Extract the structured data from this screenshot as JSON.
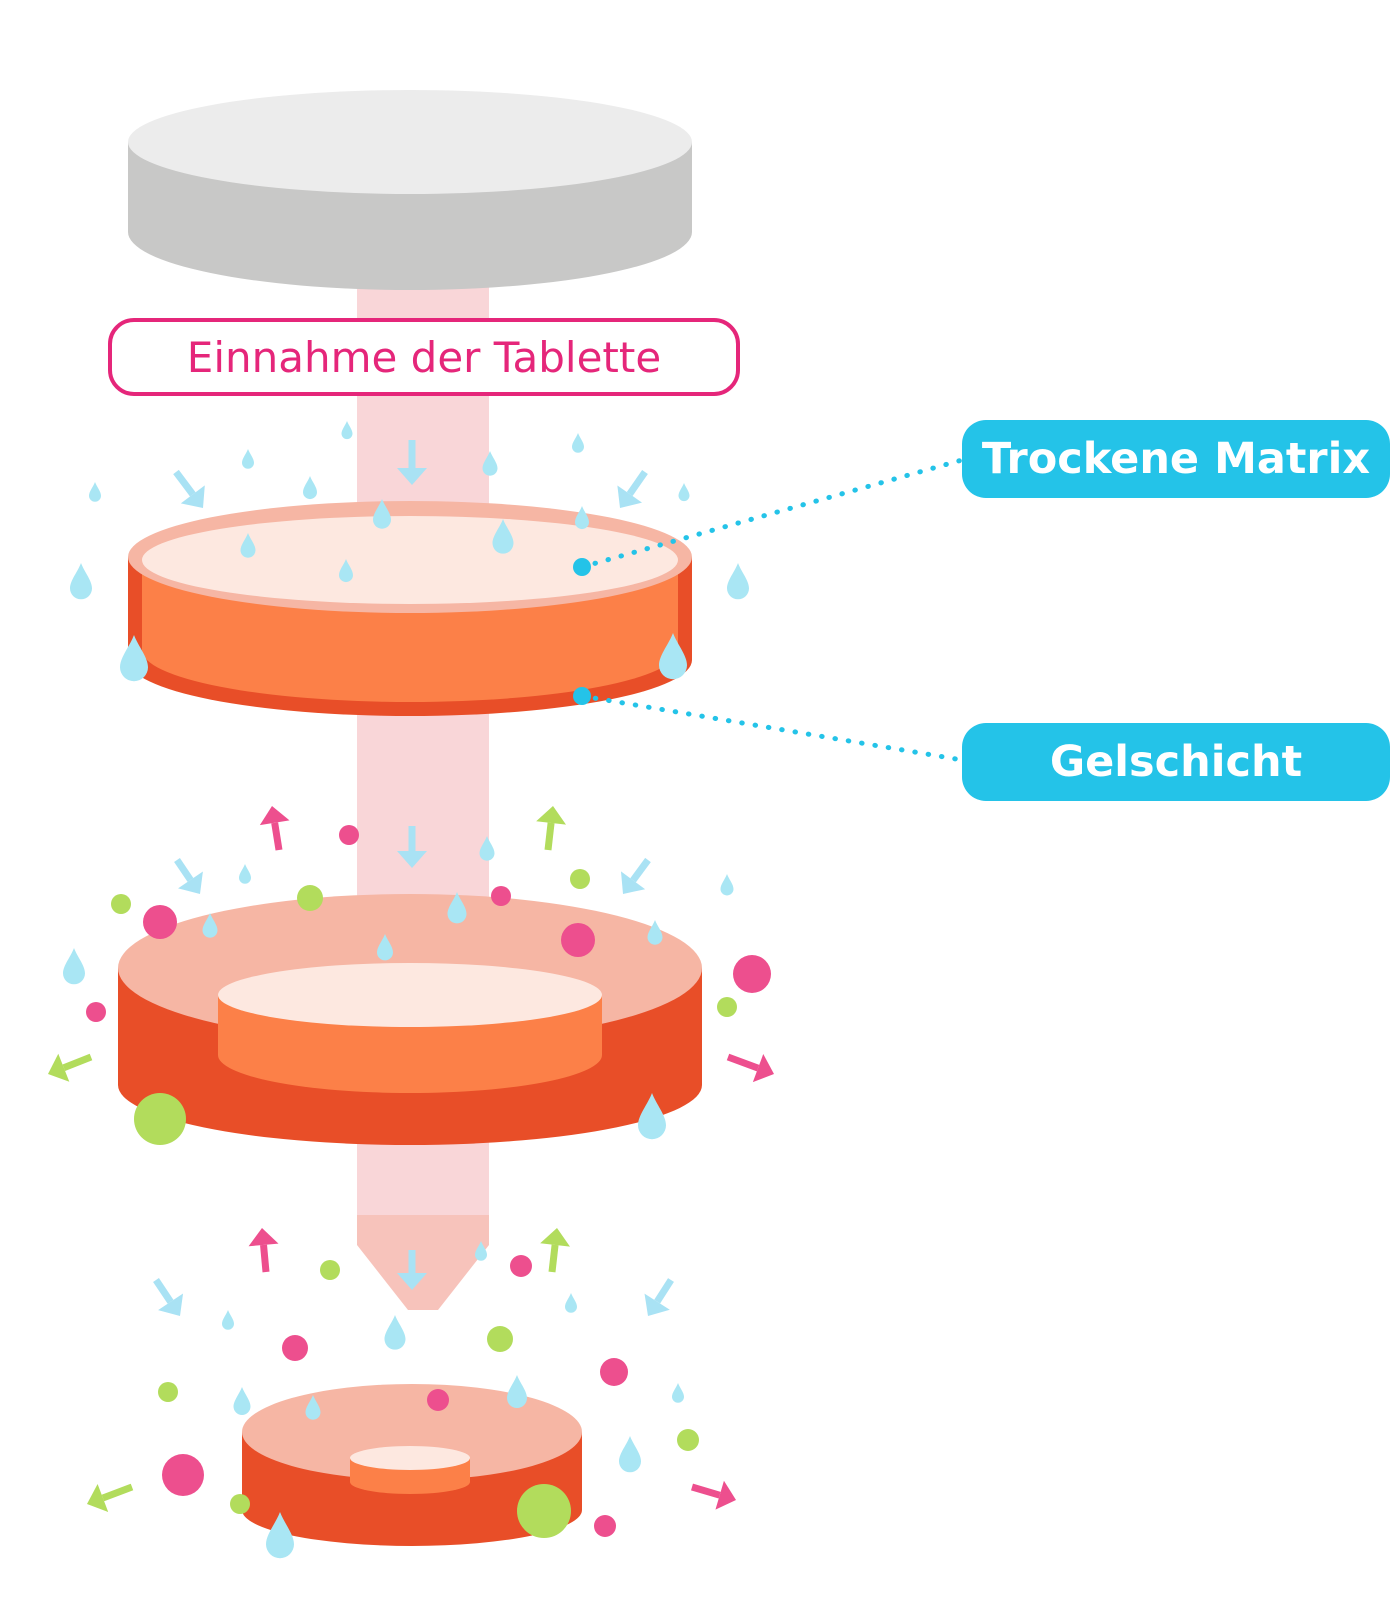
{
  "labels": {
    "intake": "Einnahme der Tablette",
    "dry_matrix": "Trockene Matrix",
    "gel_layer": "Gelschicht"
  },
  "colors": {
    "tablet_top": "#ececec",
    "tablet_side": "#c8c8c7",
    "beam": "#f9d6d8",
    "gel_dark": "#e84e28",
    "gel_mid": "#fc8048",
    "gel_light": "#f6b6a4",
    "core_light": "#fde8e0",
    "water": "#a9e6f4",
    "water_arrow": "#a9e2f4",
    "drug_pink": "#ed4f8e",
    "drug_green": "#b2dc5c",
    "label_blue": "#24c3e8",
    "label_pink": "#e5267a"
  },
  "icons": [
    "water-drop-icon",
    "arrow-icon",
    "drug-particle-icon"
  ]
}
